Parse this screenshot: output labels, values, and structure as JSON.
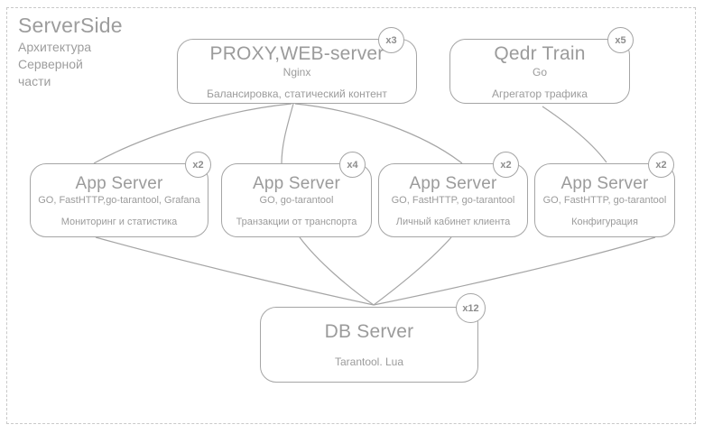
{
  "title": {
    "main": "ServerSide",
    "subtitle_lines": [
      "Архитектура",
      "Серверной",
      "части"
    ]
  },
  "colors": {
    "stroke": "#a5a5a5",
    "text": "#9b9b9b",
    "frame": "#c9c9c9",
    "badge_text": "#8d8d8d",
    "background": "#ffffff"
  },
  "nodes": [
    {
      "id": "proxy-web-server",
      "title": "PROXY,WEB-server",
      "tech": "Nginx",
      "desc": "Балансировка, статический контент",
      "count": "x3"
    },
    {
      "id": "qedr-train",
      "title": "Qedr Train",
      "tech": "Go",
      "desc": "Агрегатор трафика",
      "count": "x5"
    },
    {
      "id": "app-server-monitoring",
      "title": "App Server",
      "tech": "GO, FastHTTP,go-tarantool, Grafana",
      "desc": "Мониторинг и статистика",
      "count": "x2"
    },
    {
      "id": "app-server-transactions",
      "title": "App Server",
      "tech": "GO, go-tarantool",
      "desc": "Транзакции от транспорта",
      "count": "x4"
    },
    {
      "id": "app-server-client-cabinet",
      "title": "App Server",
      "tech": "GO, FastHTTP, go-tarantool",
      "desc": "Личный кабинет клиента",
      "count": "x2"
    },
    {
      "id": "app-server-configuration",
      "title": "App Server",
      "tech": "GO, FastHTTP, go-tarantool",
      "desc": "Конфигурация",
      "count": "x2"
    },
    {
      "id": "db-server",
      "title": "DB Server",
      "tech": "",
      "desc": "Tarantool. Lua",
      "count": "x12"
    }
  ],
  "connections": [
    {
      "from": "proxy-web-server",
      "to": "app-server-monitoring"
    },
    {
      "from": "proxy-web-server",
      "to": "app-server-transactions"
    },
    {
      "from": "proxy-web-server",
      "to": "app-server-client-cabinet"
    },
    {
      "from": "qedr-train",
      "to": "app-server-configuration"
    },
    {
      "from": "app-server-monitoring",
      "to": "db-server"
    },
    {
      "from": "app-server-transactions",
      "to": "db-server"
    },
    {
      "from": "app-server-client-cabinet",
      "to": "db-server"
    },
    {
      "from": "app-server-configuration",
      "to": "db-server"
    }
  ]
}
